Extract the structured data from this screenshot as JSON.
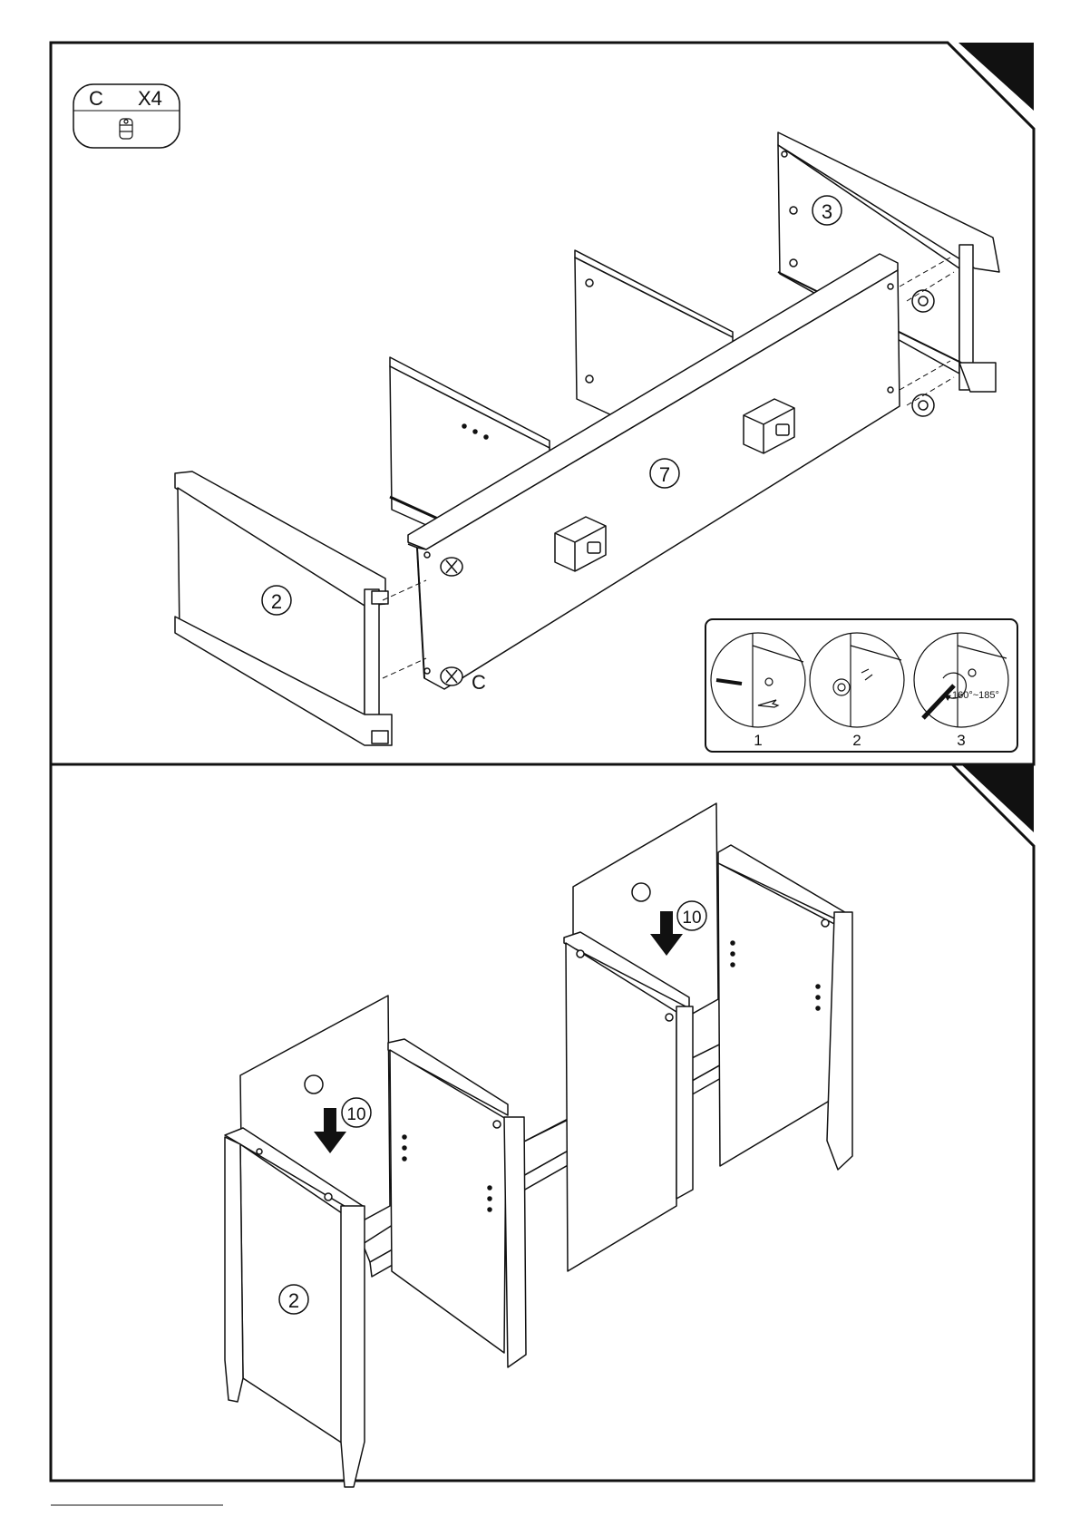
{
  "parts_box": {
    "part_letter": "C",
    "quantity": "X4"
  },
  "step1": {
    "part_numbers": {
      "left_side": "2",
      "back_panel": "7",
      "right_side": "3"
    },
    "cam_label": "C",
    "inset": {
      "steps": [
        "1",
        "2",
        "3"
      ],
      "rotation_label": "160°~185°"
    }
  },
  "step2": {
    "part_numbers": {
      "left_side": "2",
      "insert_left": "10",
      "insert_right": "10"
    }
  },
  "colors": {
    "line": "#111111",
    "corner_tab": "#111111"
  }
}
